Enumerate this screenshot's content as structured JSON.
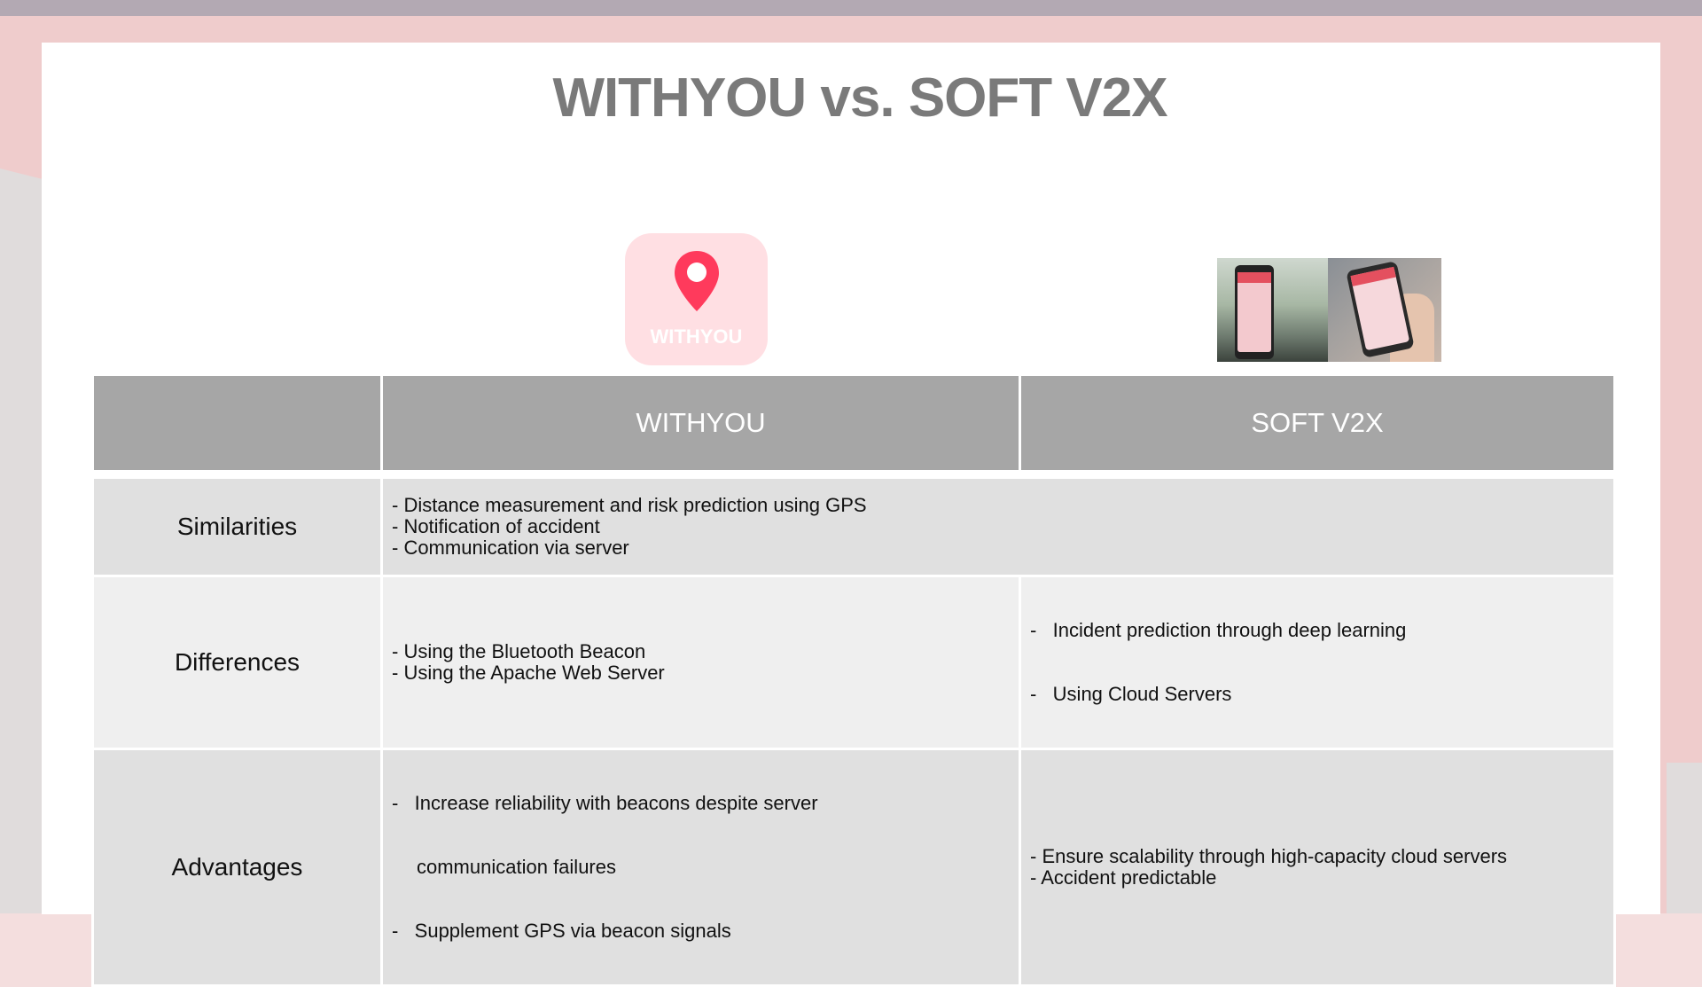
{
  "slide": {
    "title": "WITHYOU vs. SOFT V2X"
  },
  "logo": {
    "text": "WITHYOU",
    "pin_color": "#ff3a5c",
    "bg_color": "#ffdfe3"
  },
  "table": {
    "headers": [
      "",
      "WITHYOU",
      "SOFT V2X"
    ],
    "rows": [
      {
        "label": "Similarities",
        "withyou": [
          "- Distance measurement and risk prediction using GPS",
          "- Notification of accident",
          "- Communication via server"
        ],
        "softv2x": []
      },
      {
        "label": "Differences",
        "withyou": [
          "- Using the Bluetooth Beacon",
          "- Using the Apache Web Server"
        ],
        "softv2x": [
          "-   Incident prediction through deep learning",
          "-   Using Cloud Servers"
        ]
      },
      {
        "label": "Advantages",
        "withyou": [
          "-   Increase reliability with beacons despite server",
          "communication failures",
          "-   Supplement GPS via beacon signals"
        ],
        "softv2x": [
          "- Ensure scalability through high-capacity cloud servers",
          "- Accident predictable"
        ]
      }
    ]
  },
  "colors": {
    "header_bg": "#a6a6a6",
    "row_dark": "#e0e0e0",
    "row_light": "#efefef",
    "title": "#7a7a7a"
  }
}
